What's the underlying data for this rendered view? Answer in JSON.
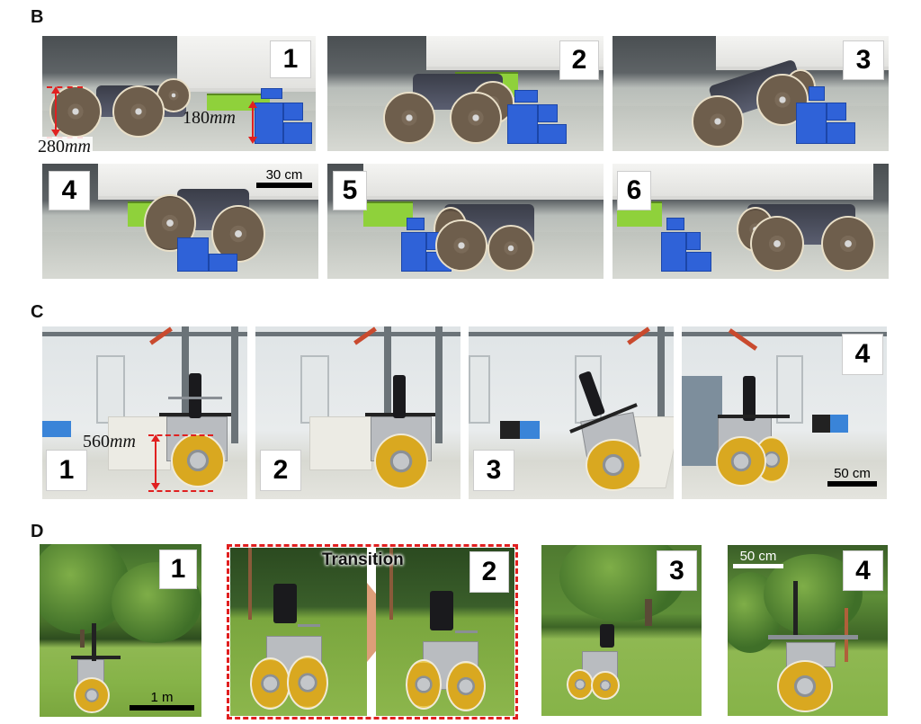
{
  "figure": {
    "sections": [
      {
        "id": "B",
        "letter": "B",
        "frames": [
          {
            "label": "1",
            "annotations": {
              "wheel_diameter": "280",
              "wheel_unit": "mm",
              "step_height": "180",
              "step_unit": "mm"
            }
          },
          {
            "label": "2"
          },
          {
            "label": "3"
          },
          {
            "label": "4",
            "scalebar": "30 cm"
          },
          {
            "label": "5"
          },
          {
            "label": "6"
          }
        ]
      },
      {
        "id": "C",
        "letter": "C",
        "frames": [
          {
            "label": "1",
            "annotations": {
              "height": "560",
              "unit": "mm"
            }
          },
          {
            "label": "2"
          },
          {
            "label": "3"
          },
          {
            "label": "4",
            "scalebar": "50 cm"
          }
        ]
      },
      {
        "id": "D",
        "letter": "D",
        "frames": [
          {
            "label": "1",
            "scalebar": "1 m"
          },
          {
            "label": "2",
            "transition_label": "Transition"
          },
          {
            "label": "3"
          },
          {
            "label": "4",
            "scalebar": "50 cm"
          }
        ]
      }
    ]
  },
  "colors": {
    "annotation_red": "#e02020",
    "step_blue": "#2f62d8",
    "scalebar_dark": "#000000",
    "scalebar_light": "#ffffff"
  }
}
